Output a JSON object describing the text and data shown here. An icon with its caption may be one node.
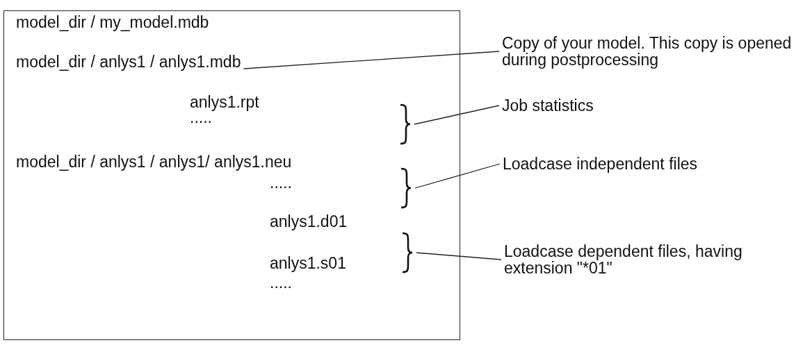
{
  "diagram": {
    "nodes": [
      {
        "text": [],
        "shape": "box"
      },
      {
        "text": [
          "model_dir / anlys1 / anlys1.mdb"
        ],
        "in": 0
      },
      {
        "text": [],
        "shape": "bracket",
        "in": 0
      },
      {
        "text": [],
        "shape": "bracket",
        "in": 0
      },
      {
        "text": [],
        "shape": "bracket",
        "in": 0
      },
      {
        "text": [
          "Copy of your model. This copy is opened during postprocessing"
        ]
      },
      {
        "text": [
          "Job statistics"
        ]
      },
      {
        "text": [
          "Loadcase independent files"
        ]
      },
      {
        "text": [
          "Loadcase dependent files, having extension \"*01\""
        ]
      }
    ],
    "edges": [
      {
        "from": 5,
        "to": 1,
        "arrow": "none"
      },
      {
        "from": 6,
        "to": 2,
        "arrow": "none"
      },
      {
        "from": 7,
        "to": 3,
        "arrow": "none"
      },
      {
        "from": 8,
        "to": 4,
        "arrow": "none"
      }
    ],
    "labels": [
      "model_dir / my_model.mdb",
      "anlys1.rpt",
      ".....",
      "model_dir / anlys1 / anlys1/ anlys1.neu",
      ".....",
      "anlys1.d01",
      "anlys1.s01",
      "....."
    ]
  }
}
